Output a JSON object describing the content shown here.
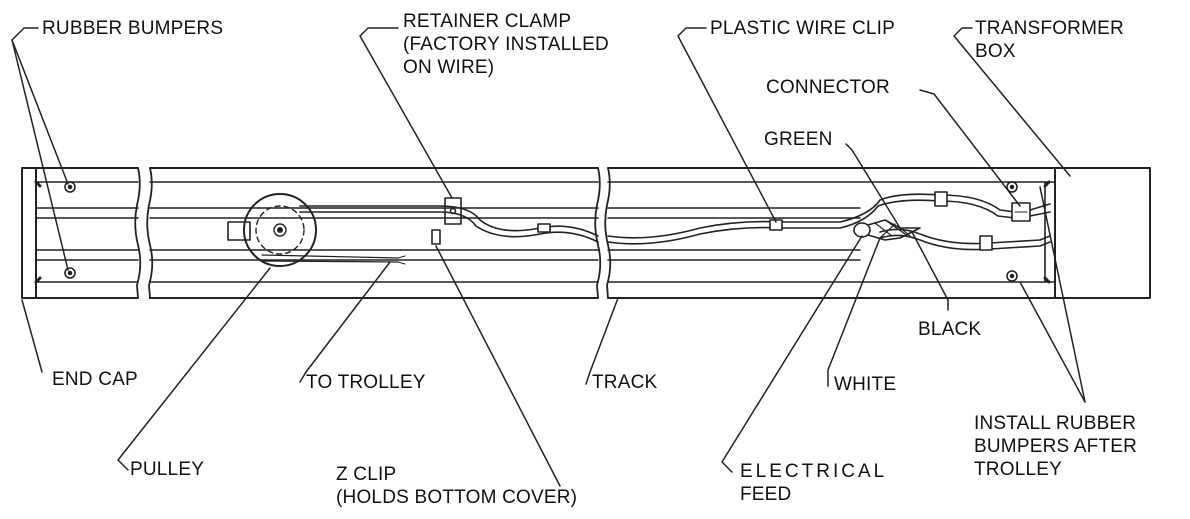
{
  "labels": {
    "rubber_bumpers": "RUBBER BUMPERS",
    "retainer_clamp": [
      "RETAINER CLAMP",
      "(FACTORY INSTALLED",
      "ON WIRE)"
    ],
    "plastic_wire_clip": "PLASTIC WIRE CLIP",
    "transformer_box": [
      "TRANSFORMER",
      "BOX"
    ],
    "connector": "CONNECTOR",
    "green": "GREEN",
    "black": "BLACK",
    "end_cap": "END CAP",
    "to_trolley": "TO TROLLEY",
    "track": "TRACK",
    "white": "WHITE",
    "install_rubber_bumpers": [
      "INSTALL RUBBER",
      "BUMPERS AFTER",
      "TROLLEY"
    ],
    "pulley": "PULLEY",
    "z_clip": [
      "Z CLIP",
      "(HOLDS BOTTOM COVER)"
    ],
    "electrical_feed": [
      "ELECTRICAL",
      "FEED"
    ]
  },
  "colors": {
    "ink": "#111111",
    "line": "#222222",
    "paper": "#ffffff"
  }
}
